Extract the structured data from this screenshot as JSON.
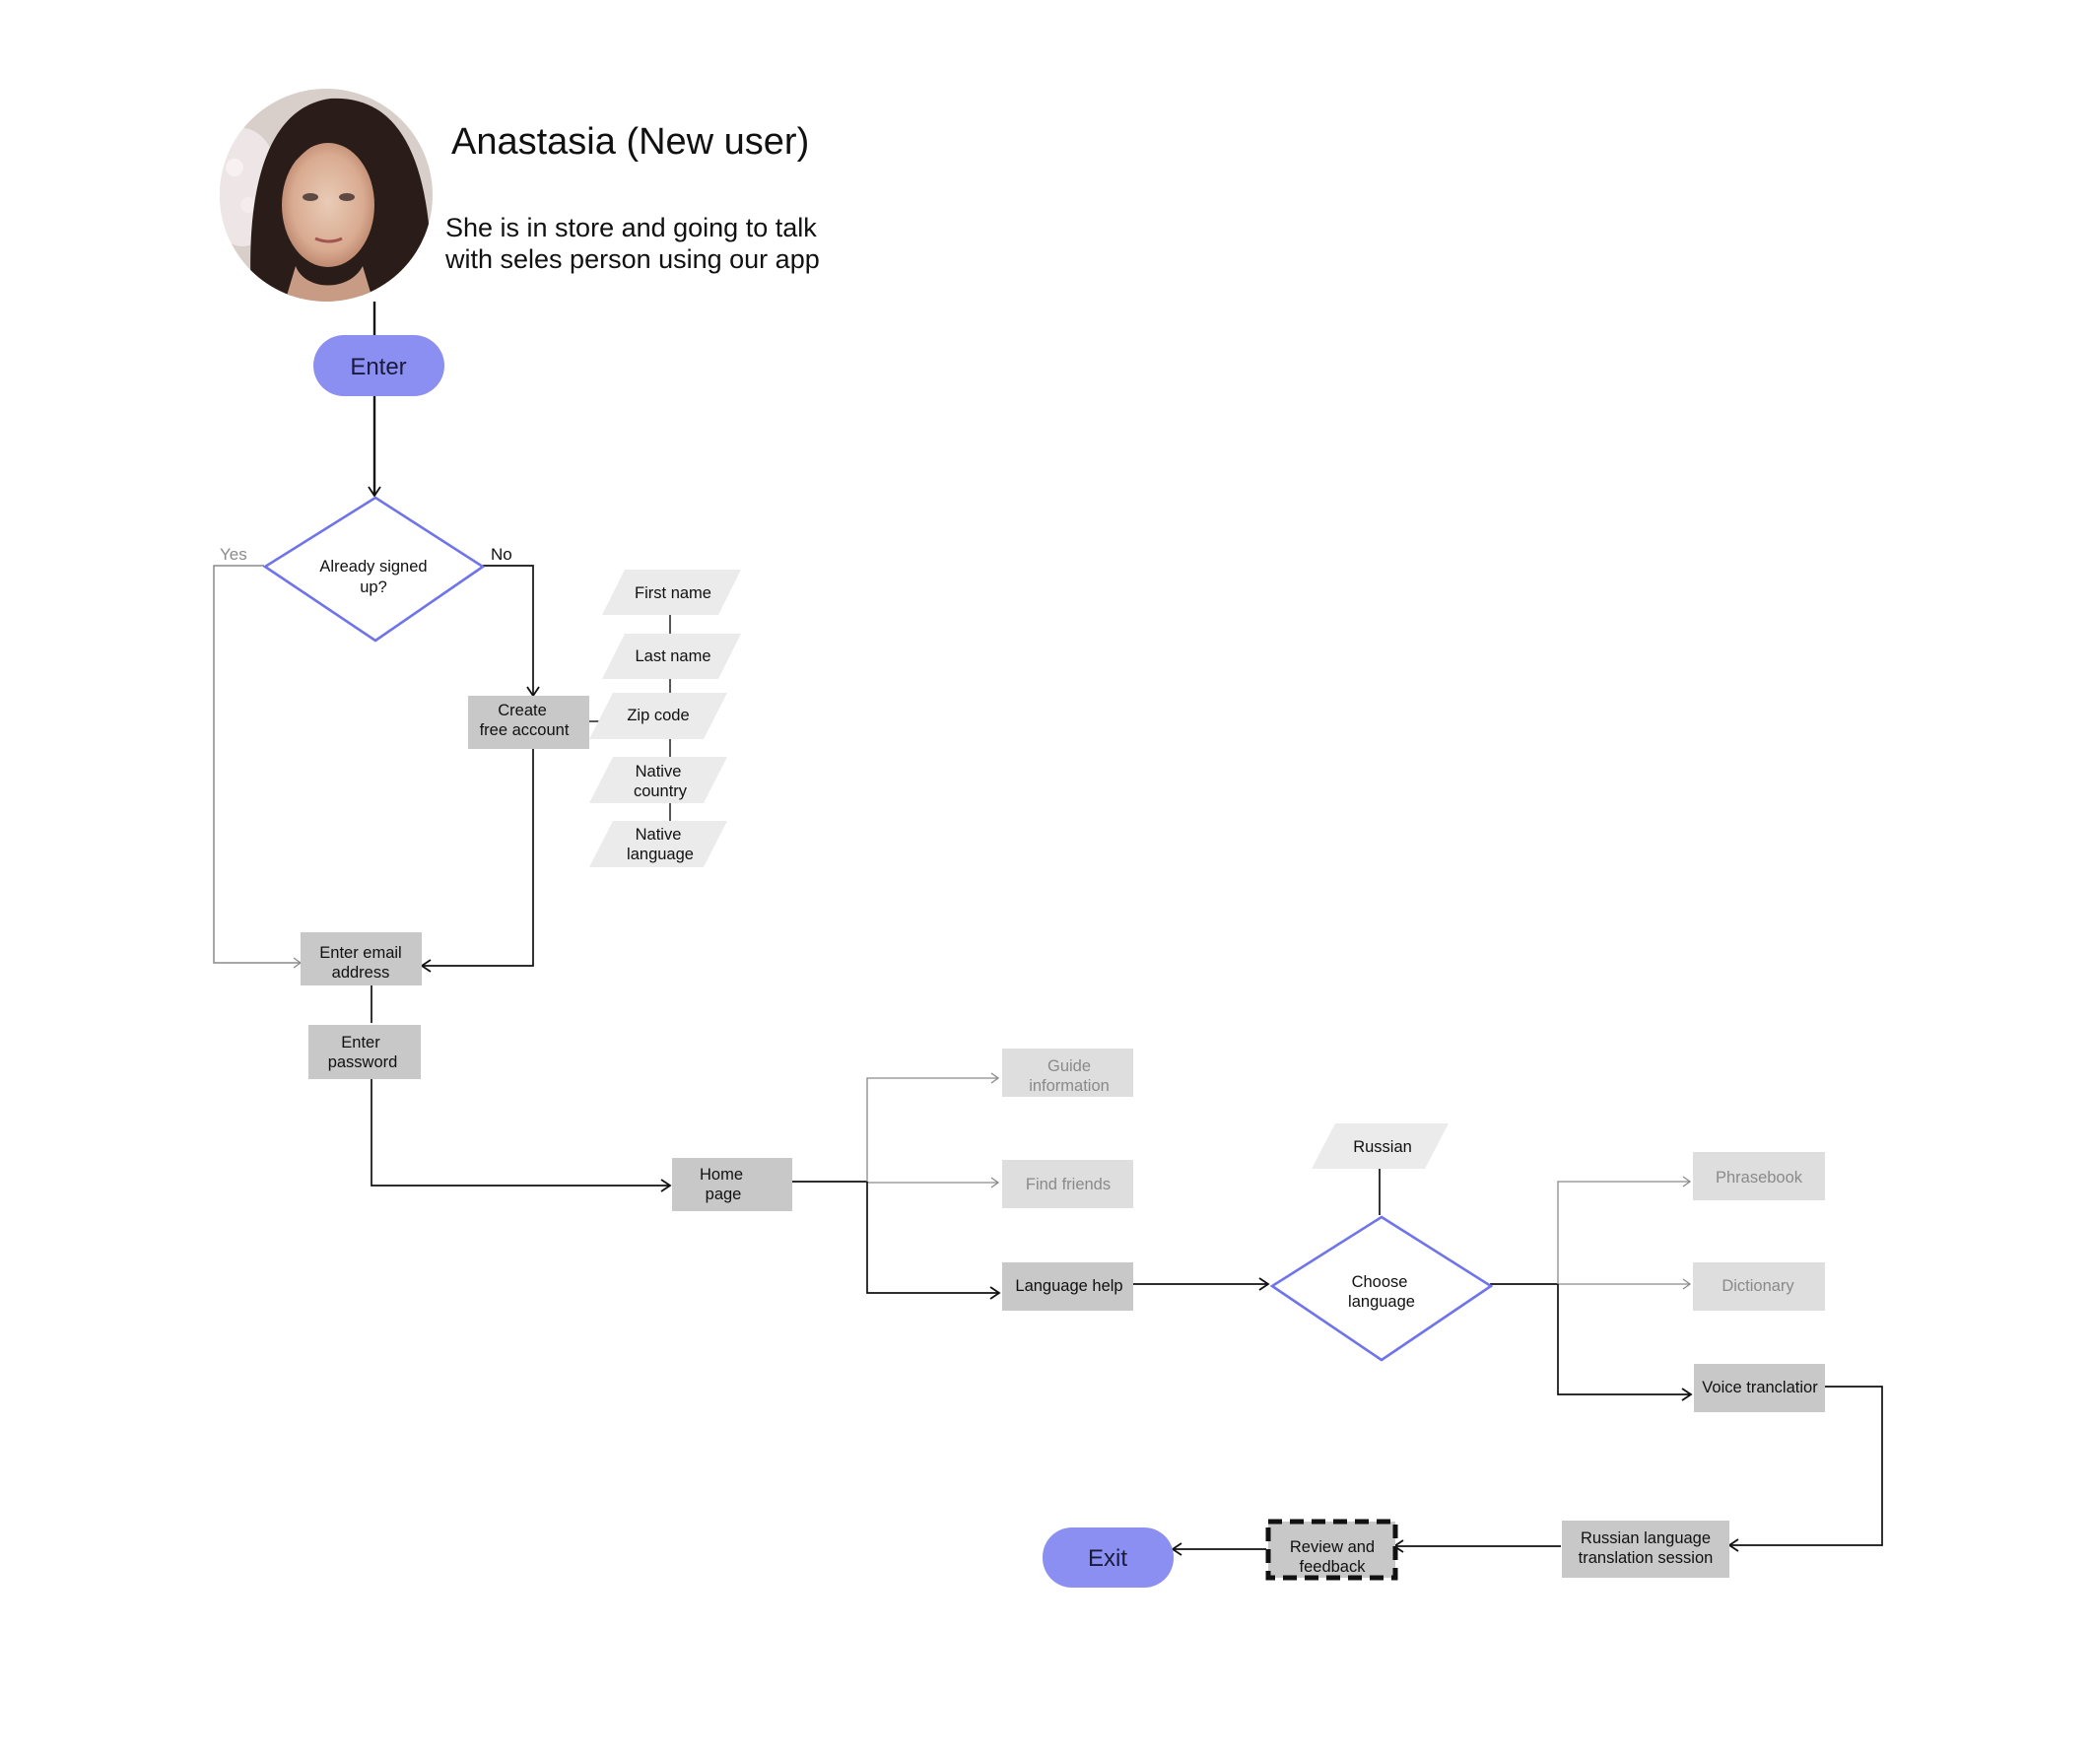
{
  "persona": {
    "name": "Anastasia (New user)",
    "description": [
      "She is in store and going to talk",
      "with seles person using our app"
    ],
    "avatar_icon": "user-portrait-icon"
  },
  "nodes": {
    "enter": "Enter",
    "already_signed_up": [
      "Already signed",
      "up?"
    ],
    "yes": "Yes",
    "no": "No",
    "create_account": [
      "Create",
      "free account"
    ],
    "first_name": "First name",
    "last_name": "Last name",
    "zip_code": "Zip code",
    "native_country": [
      "Native",
      "country"
    ],
    "native_language": [
      "Native",
      "language"
    ],
    "enter_email": [
      "Enter email",
      "address"
    ],
    "enter_password": [
      "Enter",
      "password"
    ],
    "home_page": [
      "Home",
      "page"
    ],
    "guide_information": [
      "Guide",
      "information"
    ],
    "find_friends": "Find friends",
    "language_help": "Language help",
    "russian": "Russian",
    "choose_language": [
      "Choose",
      "language"
    ],
    "phrasebook": "Phrasebook",
    "dictionary": "Dictionary",
    "voice_translation": "Voice tranclatior",
    "russian_session": [
      "Russian language",
      "translation session"
    ],
    "review_feedback": [
      "Review and",
      "feedback"
    ],
    "exit": "Exit"
  },
  "colors": {
    "accent": "#8c8ff2",
    "diamond_stroke": "#6f74ea",
    "box_fill": "#c8c8c8",
    "input_fill": "#ebebeb",
    "disabled_fill": "#dedede",
    "line": "#111111",
    "line_dim": "#8a8a8a"
  }
}
